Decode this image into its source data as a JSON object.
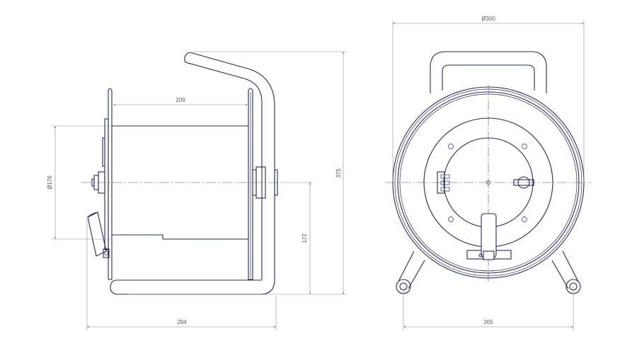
{
  "title": "Cable reel technical drawing",
  "views": {
    "side": {
      "dimensions": {
        "drum_width": "209",
        "drum_diameter": "Ø176",
        "total_height": "375",
        "axis_height": "172",
        "total_depth": "294"
      }
    },
    "front": {
      "dimensions": {
        "flange_diameter": "Ø300",
        "foot_span": "265"
      }
    }
  },
  "colors": {
    "outline": "#26285a",
    "dimension": "#8a8a9a"
  }
}
